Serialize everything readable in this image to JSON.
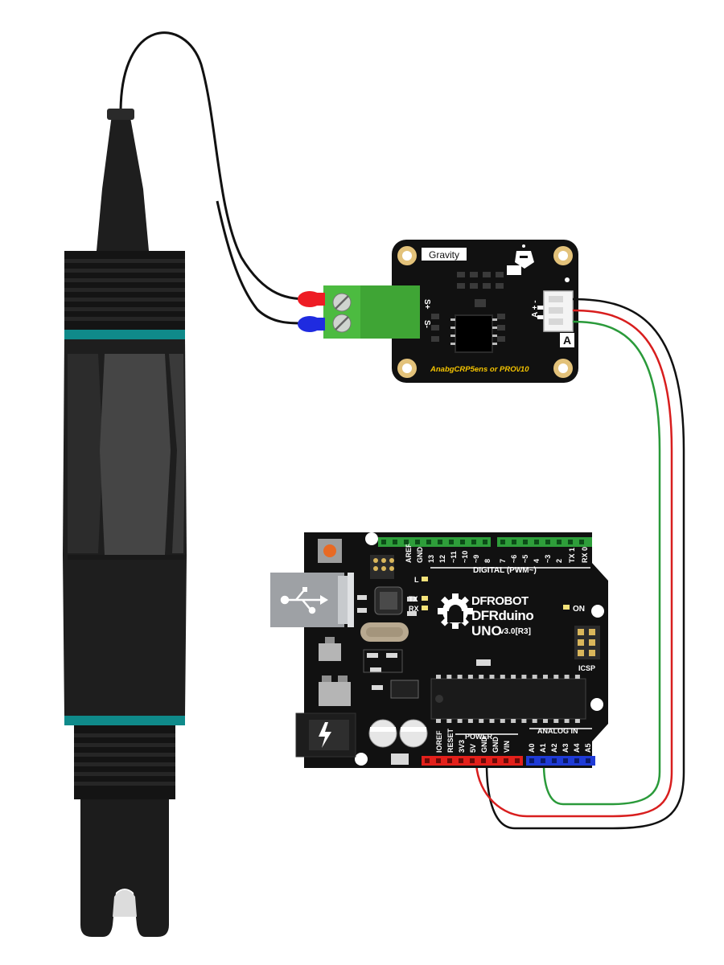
{
  "sensor_board": {
    "brand_label": "Gravity",
    "product_label": "AnabgCRP5ens or PRO\\/10",
    "terminal_labels": [
      "S+",
      "S-"
    ],
    "connector_pins": "A + -",
    "connector_letter": "A"
  },
  "controller_board": {
    "brand_line1": "DFROBOT",
    "brand_line2": "DFRduino",
    "model": "UNO",
    "version": "v3.0[R3]",
    "digital_header_label": "DIGITAL (PWM~)",
    "digital_pins": [
      "AREF",
      "GND",
      "13",
      "12",
      "~11",
      "~10",
      "~9",
      "8",
      "7",
      "~6",
      "~5",
      "4",
      "~3",
      "2",
      "TX 1",
      "RX 0"
    ],
    "led_labels": [
      "L",
      "TX",
      "RX"
    ],
    "on_label": "ON",
    "icsp_label": "ICSP",
    "power_header_label": "POWER",
    "power_pins": [
      "IOREF",
      "RESET",
      "3V3",
      "5V",
      "GND",
      "GND",
      "VIN"
    ],
    "analog_header_label": "ANALOG IN",
    "analog_pins": [
      "A0",
      "A1",
      "A2",
      "A3",
      "A4",
      "A5"
    ]
  },
  "colors": {
    "probe_body": "#1e1e1e",
    "probe_band": "#0f8a8a",
    "pcb": "#111111",
    "terminal_block": "#3fa535",
    "header_green": "#2e9e3a",
    "header_red": "#e3201b",
    "header_blue": "#1f3bd6",
    "wire_red": "#d81e1e",
    "wire_green": "#2a9a3a",
    "wire_black": "#111111"
  }
}
